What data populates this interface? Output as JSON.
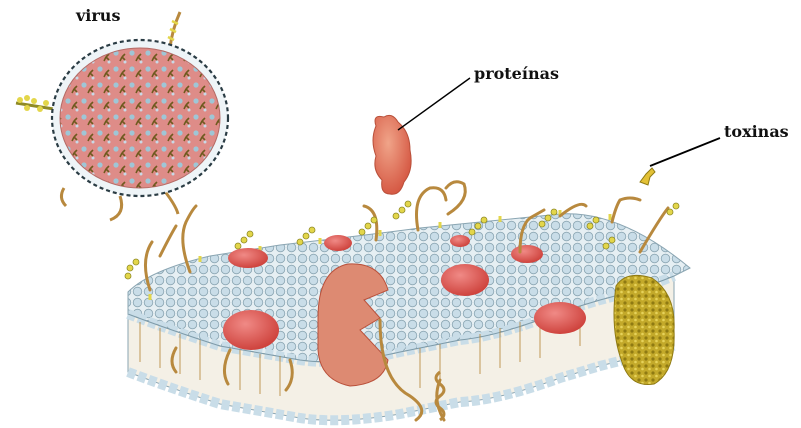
{
  "labels": {
    "virus": "virus",
    "proteinas": "proteínas",
    "toxinas": "toxinas"
  },
  "colors": {
    "phospholipid_head": "#c9dde8",
    "phospholipid_outline": "#8aa5b2",
    "glycolipid_head": "#e3d64a",
    "membrane_protein": "#e0554e",
    "tail": "#b8893e",
    "virus_body": "#de8c88",
    "toxin_blob": "#b8a021",
    "soluble_protein": "#e4714e",
    "leader_line": "#000000"
  }
}
